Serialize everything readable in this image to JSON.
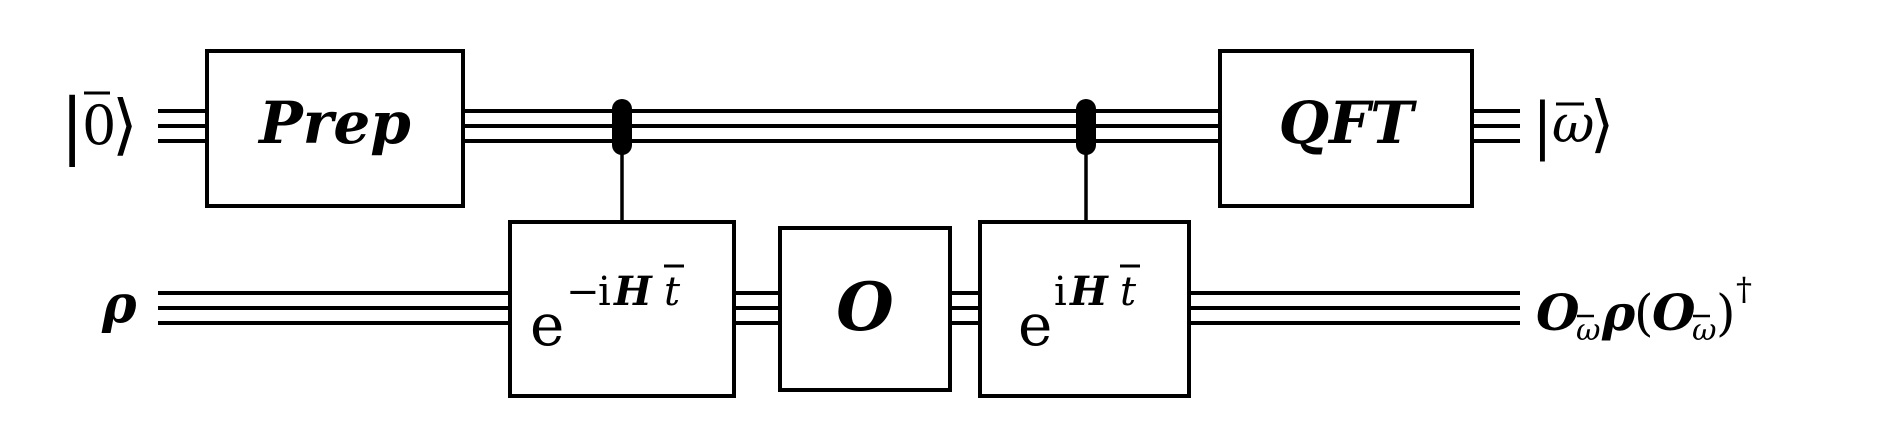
{
  "diagram": {
    "top_register": {
      "input_state": {
        "bar": "|",
        "symbol": "0",
        "ket": "⟩"
      },
      "output_state": {
        "bar": "|",
        "symbol": "ω",
        "ket": "⟩"
      }
    },
    "bottom_register": {
      "input_state": "ρ",
      "output_state": {
        "op": "O",
        "sub": "ω",
        "rho": "ρ",
        "open": "(",
        "op2": "O",
        "sub2": "ω",
        "close": ")",
        "dagger": "†"
      }
    },
    "gates": {
      "prep": "Prep",
      "qft": "QFT",
      "evolve_back": {
        "base": "e",
        "exp_sign": "−",
        "exp_i": "i",
        "exp_h": "H",
        "exp_t": "t"
      },
      "oracle": "O",
      "evolve_fwd": {
        "base": "e",
        "exp_i": "i",
        "exp_h": "H",
        "exp_t": "t"
      }
    },
    "colors": {
      "stroke": "#000000",
      "background": "#ffffff"
    }
  }
}
